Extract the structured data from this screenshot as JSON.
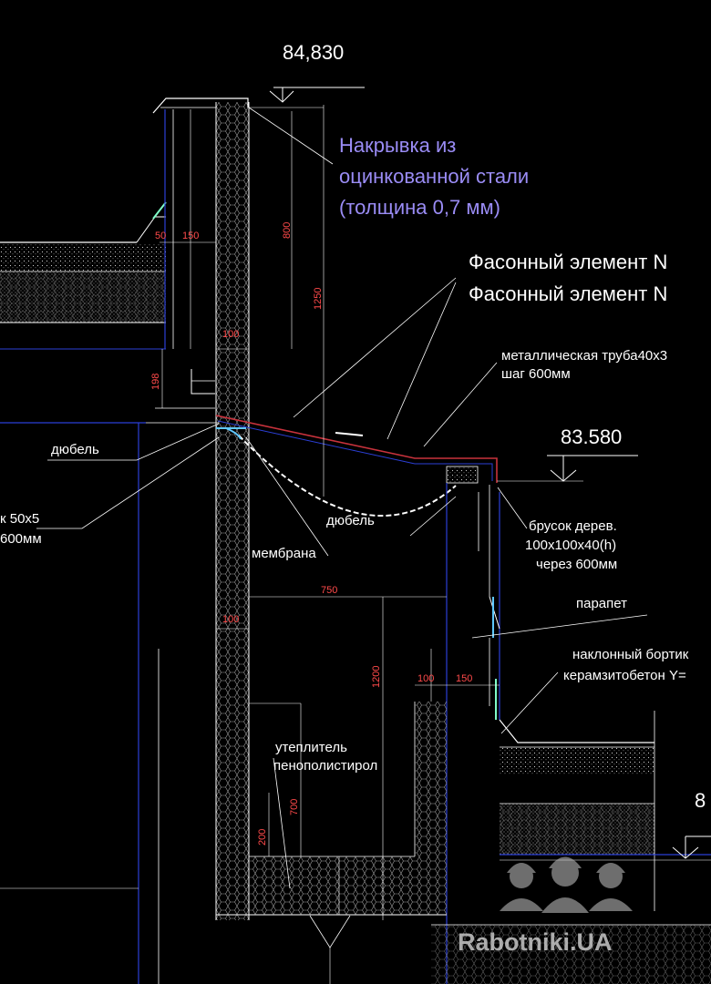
{
  "elevations": {
    "top": "84,830",
    "mid": "83.580",
    "right_partial": "8"
  },
  "callout": {
    "line1": "Накрывка из",
    "line2": "оцинкованной стали",
    "line3": "(толщина 0,7 мм)"
  },
  "labels": {
    "shaped_element_1": "Фасонный элемент N",
    "shaped_element_2": "Фасонный элемент N",
    "pipe_line1": "металлическая труба40х3",
    "pipe_line2": "шаг 600мм",
    "dowel_left": "дюбель",
    "dowel_center": "дюбель",
    "angle_line1": "к 50х5",
    "angle_line2": "600мм",
    "membrane": "мембрана",
    "bar_line1": "брусок дерев.",
    "bar_line2": "100х100х40(h)",
    "bar_line3": "через 600мм",
    "parapet": "парапет",
    "slope_line1": "наклонный бортик",
    "slope_line2": "керамзитобетон Y=",
    "insulation_line1": "утеплитель",
    "insulation_line2": "пенополистирол"
  },
  "dimensions": {
    "d50": "50",
    "d150_left": "150",
    "d800": "800",
    "d1250": "1250",
    "d100_top": "100",
    "d198": "198",
    "d750": "750",
    "d100_mid": "100",
    "d1200": "1200",
    "d100_right": "100",
    "d150_right": "150",
    "d700": "700",
    "d200": "200"
  },
  "watermark": {
    "text": "Rabotniki.UA",
    "logo": "three-workers-hardhat-icon"
  },
  "colors": {
    "background": "#000000",
    "line_white": "#ffffff",
    "line_blue": "#2b3fd6",
    "line_red": "#c8323c",
    "dimension_text": "#ff4a4a",
    "callout_text": "#9a8cf5",
    "membrane": "#5fc8ff",
    "flashing_green": "#7fffc8"
  }
}
